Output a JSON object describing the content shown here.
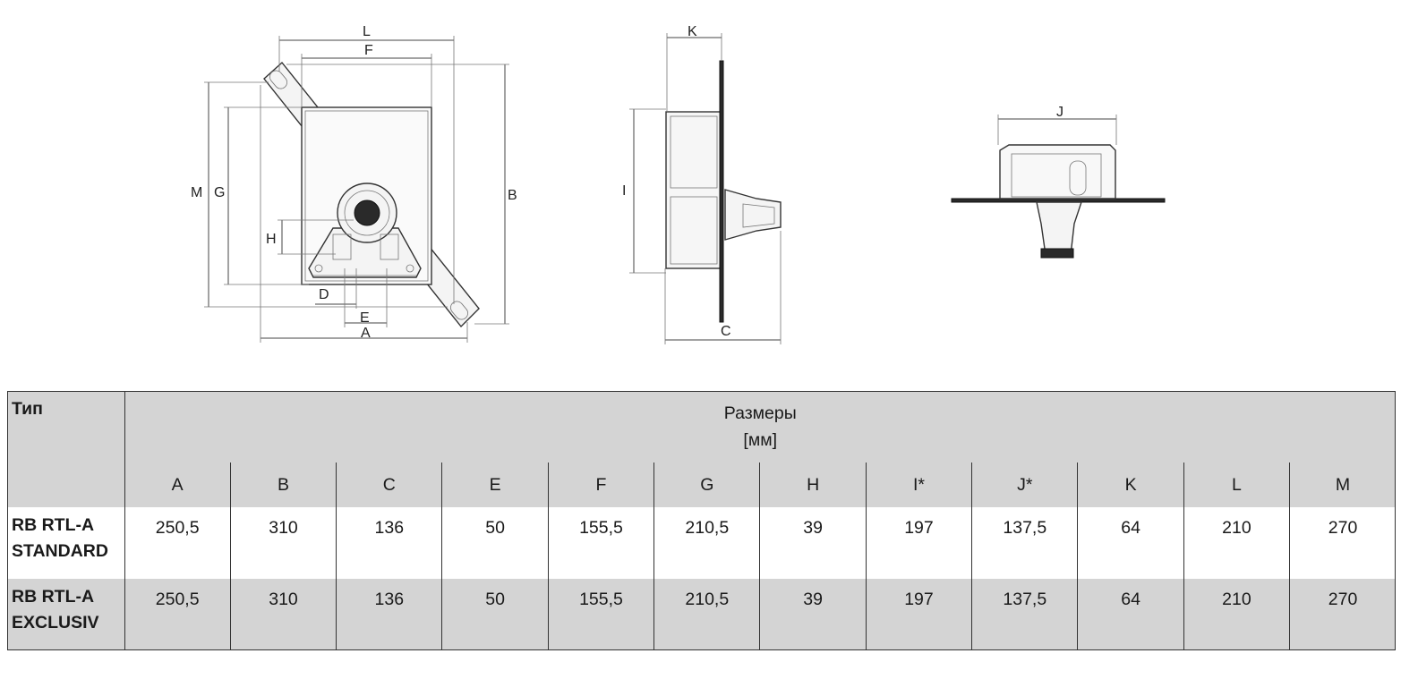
{
  "drawing": {
    "front_labels": [
      "L",
      "F",
      "M",
      "G",
      "B",
      "H",
      "D",
      "E",
      "A"
    ],
    "side_labels": [
      "K",
      "I",
      "C"
    ],
    "top_labels": [
      "J"
    ]
  },
  "table": {
    "type_header": "Тип",
    "dims_title": "Размеры",
    "dims_unit": "[мм]",
    "columns": [
      "A",
      "B",
      "C",
      "E",
      "F",
      "G",
      "H",
      "I*",
      "J*",
      "K",
      "L",
      "M"
    ],
    "rows": [
      {
        "name_line1": "RB RTL-A",
        "name_line2": "STANDARD",
        "values": [
          "250,5",
          "310",
          "136",
          "50",
          "155,5",
          "210,5",
          "39",
          "197",
          "137,5",
          "64",
          "210",
          "270"
        ]
      },
      {
        "name_line1": "RB RTL-A",
        "name_line2": "EXCLUSIV",
        "values": [
          "250,5",
          "310",
          "136",
          "50",
          "155,5",
          "210,5",
          "39",
          "197",
          "137,5",
          "64",
          "210",
          "270"
        ]
      }
    ]
  }
}
